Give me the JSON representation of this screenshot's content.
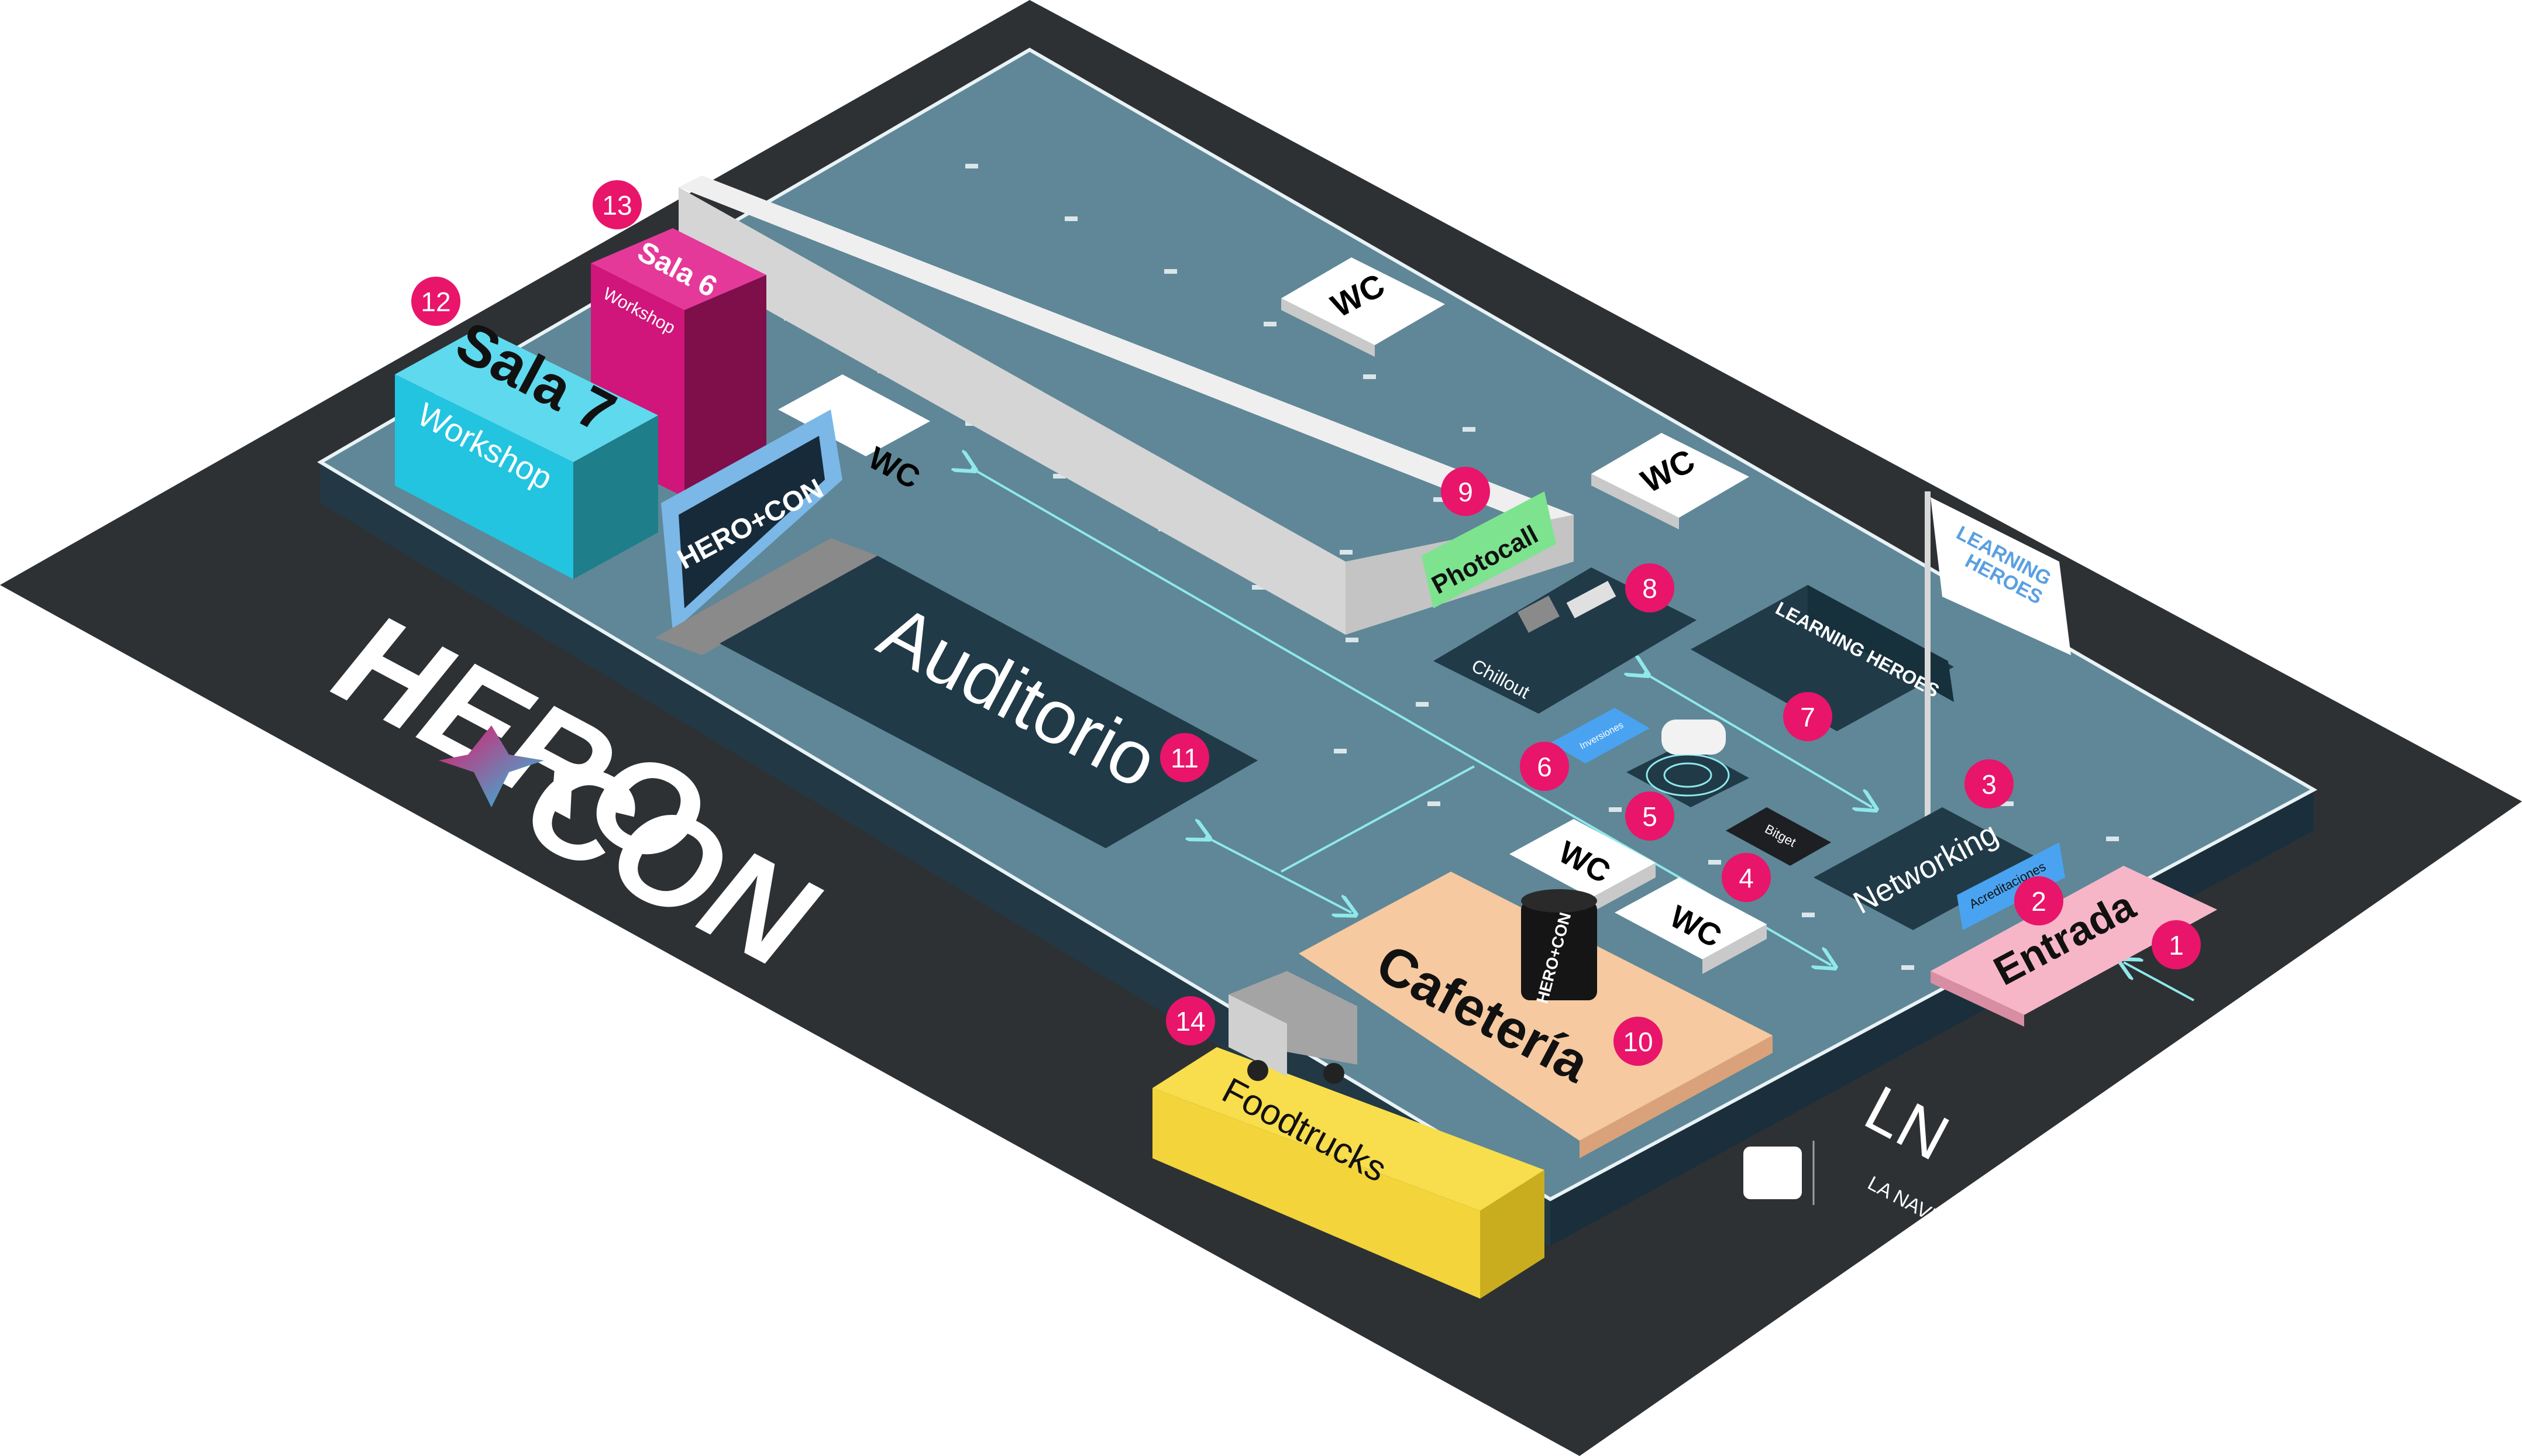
{
  "event": {
    "logo_left": "HERO",
    "logo_right": "CON",
    "screen_logo": "HERO+CON",
    "mug_logo": "HERO+CON"
  },
  "zones": {
    "entrada": "Entrada",
    "acreditaciones": "Acreditaciones",
    "networking": "Networking",
    "photocall": "Photocall",
    "chillout": "Chillout",
    "learning_heroes_stand": "LEARNING HEROES",
    "auditorio": "Auditorio",
    "cafeteria": "Cafetería",
    "foodtrucks": "Foodtrucks",
    "sala7_title": "Sala 7",
    "sala7_sub": "Workshop",
    "sala6_title": "Sala 6",
    "sala6_sub": "Workshop",
    "bitget": "Bitget",
    "sponsor6": "Inversiones"
  },
  "wc": [
    "WC",
    "WC",
    "WC",
    "WC",
    "WC"
  ],
  "flag": {
    "line1": "LEARNING",
    "line2": "HEROES"
  },
  "markers": [
    "1",
    "2",
    "3",
    "4",
    "5",
    "6",
    "7",
    "8",
    "9",
    "10",
    "11",
    "12",
    "13",
    "14"
  ],
  "footer": {
    "venue_mark": "LN",
    "venue_name": "LA NAVE"
  },
  "colors": {
    "marker": "#e8156a",
    "floor": "#5f8797",
    "base": "#2e3134",
    "sala7": "#22c4e0",
    "sala6": "#d0167a",
    "entrada": "#f6b6c8",
    "cafeteria": "#f6c9a0",
    "foodtrucks": "#f8dd4c",
    "photocall": "#7de38f",
    "dark_zone": "#203a48",
    "path_arrows": "#8fe8ea"
  }
}
